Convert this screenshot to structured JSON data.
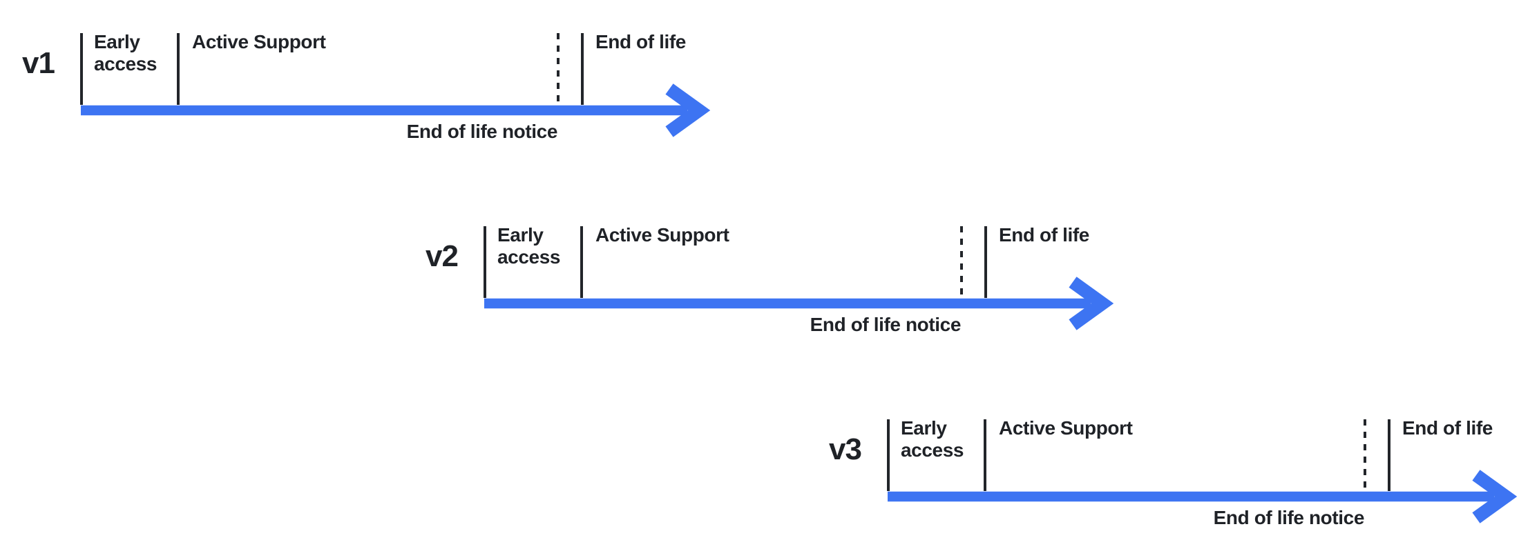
{
  "diagram": {
    "kind": "version-lifecycle-timeline",
    "arrow_direction": "right",
    "rows_staggered": true
  },
  "colors": {
    "accent": "#3D74F2",
    "text": "#1F2227",
    "tick": "#22252A",
    "background": "#FFFFFF"
  },
  "versions": [
    {
      "version_label": "v1",
      "phases": {
        "early_access": "Early access",
        "active_support": "Active Support",
        "end_of_life": "End of life",
        "end_of_life_notice": "End of life notice"
      }
    },
    {
      "version_label": "v2",
      "phases": {
        "early_access": "Early access",
        "active_support": "Active Support",
        "end_of_life": "End of life",
        "end_of_life_notice": "End of life notice"
      }
    },
    {
      "version_label": "v3",
      "phases": {
        "early_access": "Early access",
        "active_support": "Active Support",
        "end_of_life": "End of life",
        "end_of_life_notice": "End of life notice"
      }
    }
  ]
}
